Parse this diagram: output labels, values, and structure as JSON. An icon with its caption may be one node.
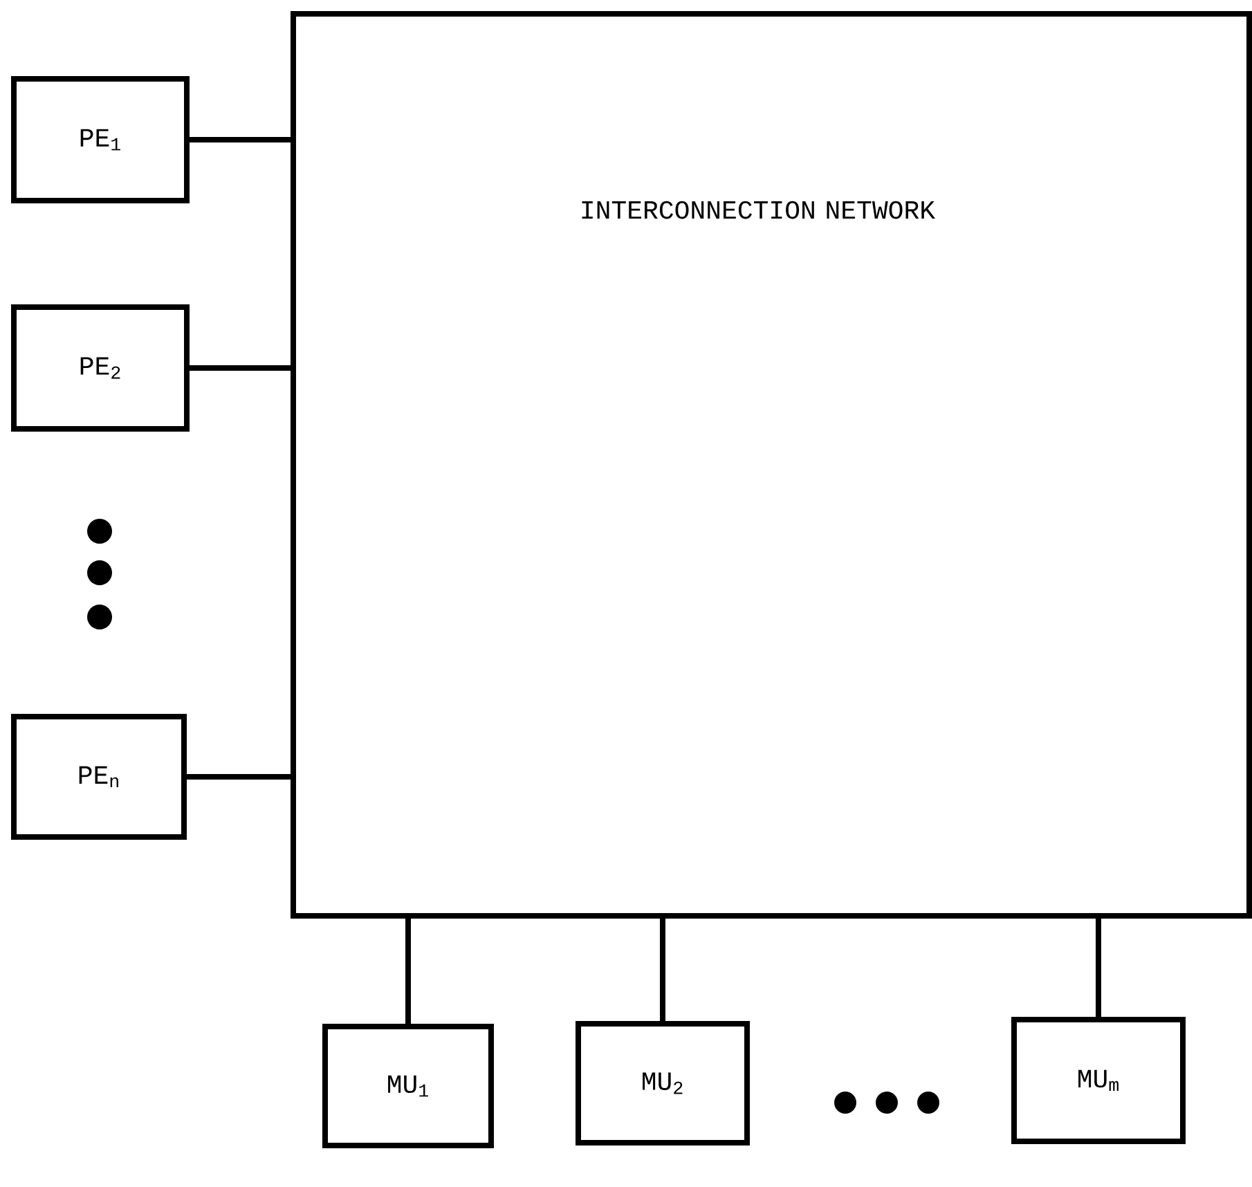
{
  "diagram": {
    "nodes": [
      {
        "text": [
          "INTERCONNECTION NETWORK"
        ]
      },
      {
        "text": [
          "PE$_{1}$"
        ]
      },
      {
        "text": [
          "PE$_{2}$"
        ]
      },
      {
        "text": [
          "PE$_{n}$"
        ]
      },
      {
        "text": [
          "MU$_{1}$"
        ]
      },
      {
        "text": [
          "MU$_{2}$"
        ]
      },
      {
        "text": [
          "MU$_{m}$"
        ]
      }
    ],
    "edges": [
      {
        "from": 1,
        "to": 0,
        "arrow": "none"
      },
      {
        "from": 2,
        "to": 0,
        "arrow": "none"
      },
      {
        "from": 3,
        "to": 0,
        "arrow": "none"
      },
      {
        "from": 0,
        "to": 4,
        "arrow": "none"
      },
      {
        "from": 0,
        "to": 5,
        "arrow": "none"
      },
      {
        "from": 0,
        "to": 6,
        "arrow": "none"
      }
    ]
  }
}
